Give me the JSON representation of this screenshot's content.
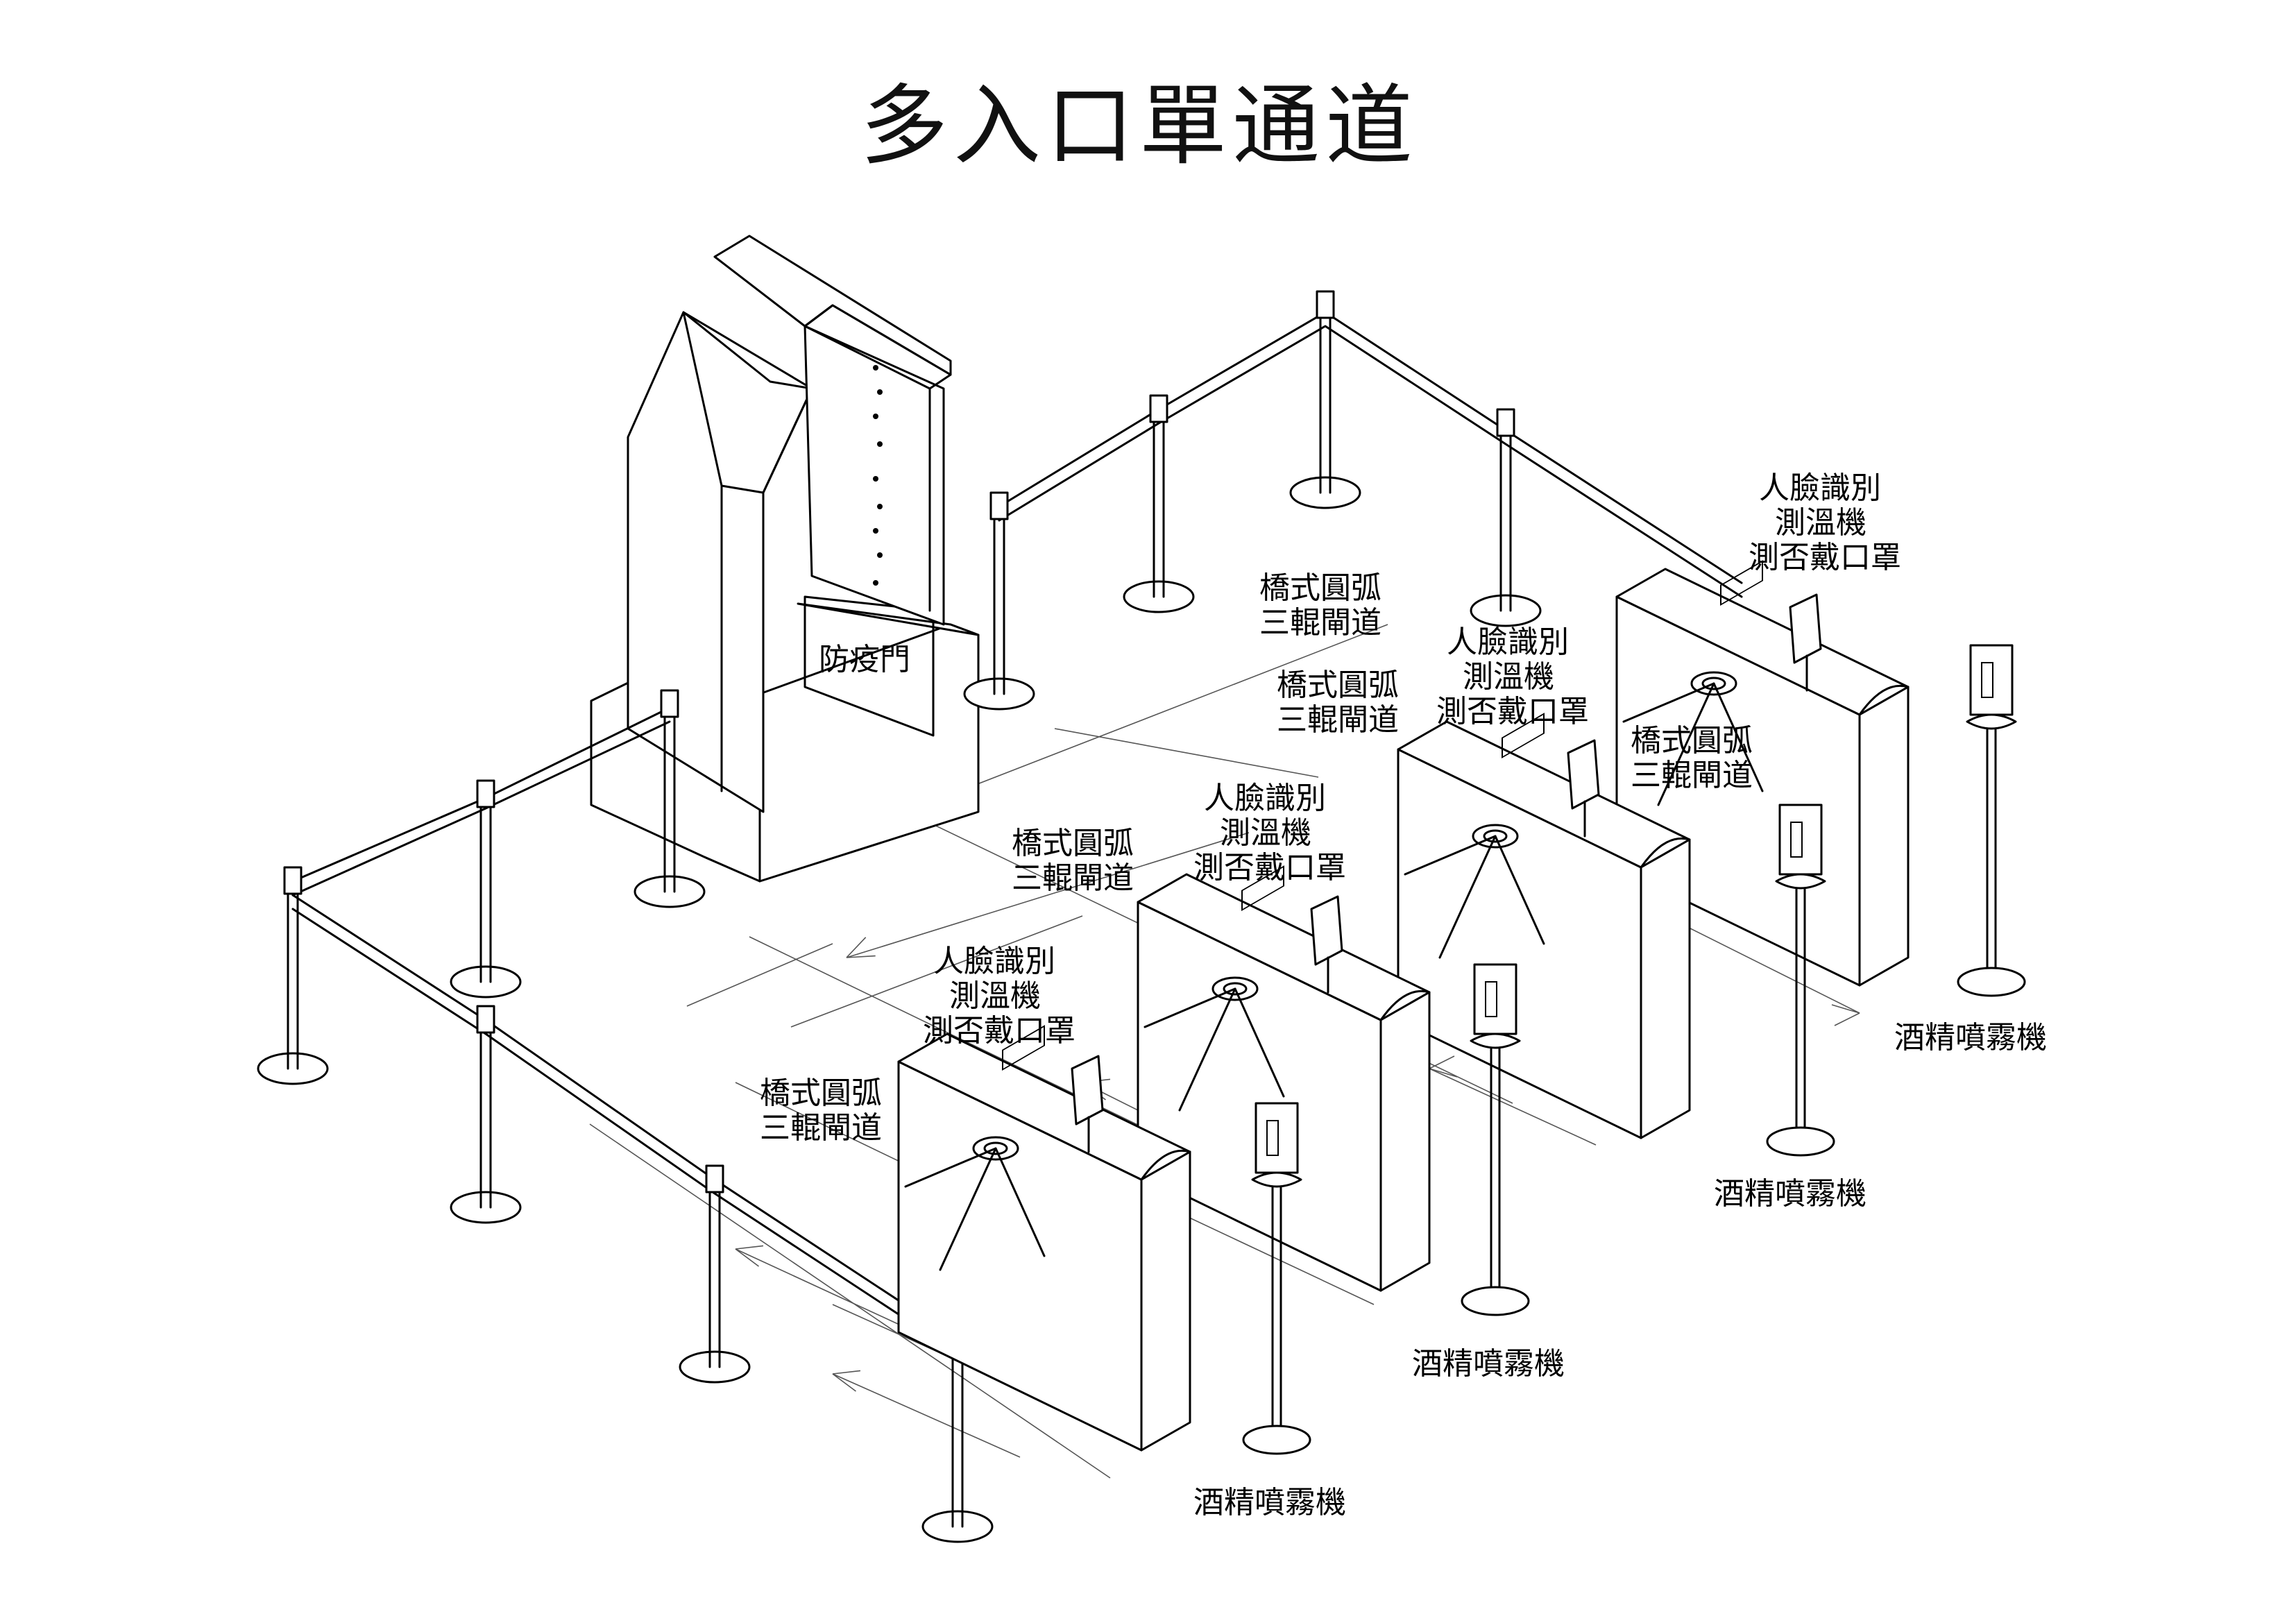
{
  "title": "多入口單通道",
  "labels": {
    "epidemic_door": "防疫門",
    "turnstile": [
      "橋式圓弧",
      "三輥閘道"
    ],
    "face_recognition": [
      "人臉識別",
      "測溫機",
      "測否戴口罩"
    ],
    "alcohol_sprayer": "酒精噴霧機"
  }
}
